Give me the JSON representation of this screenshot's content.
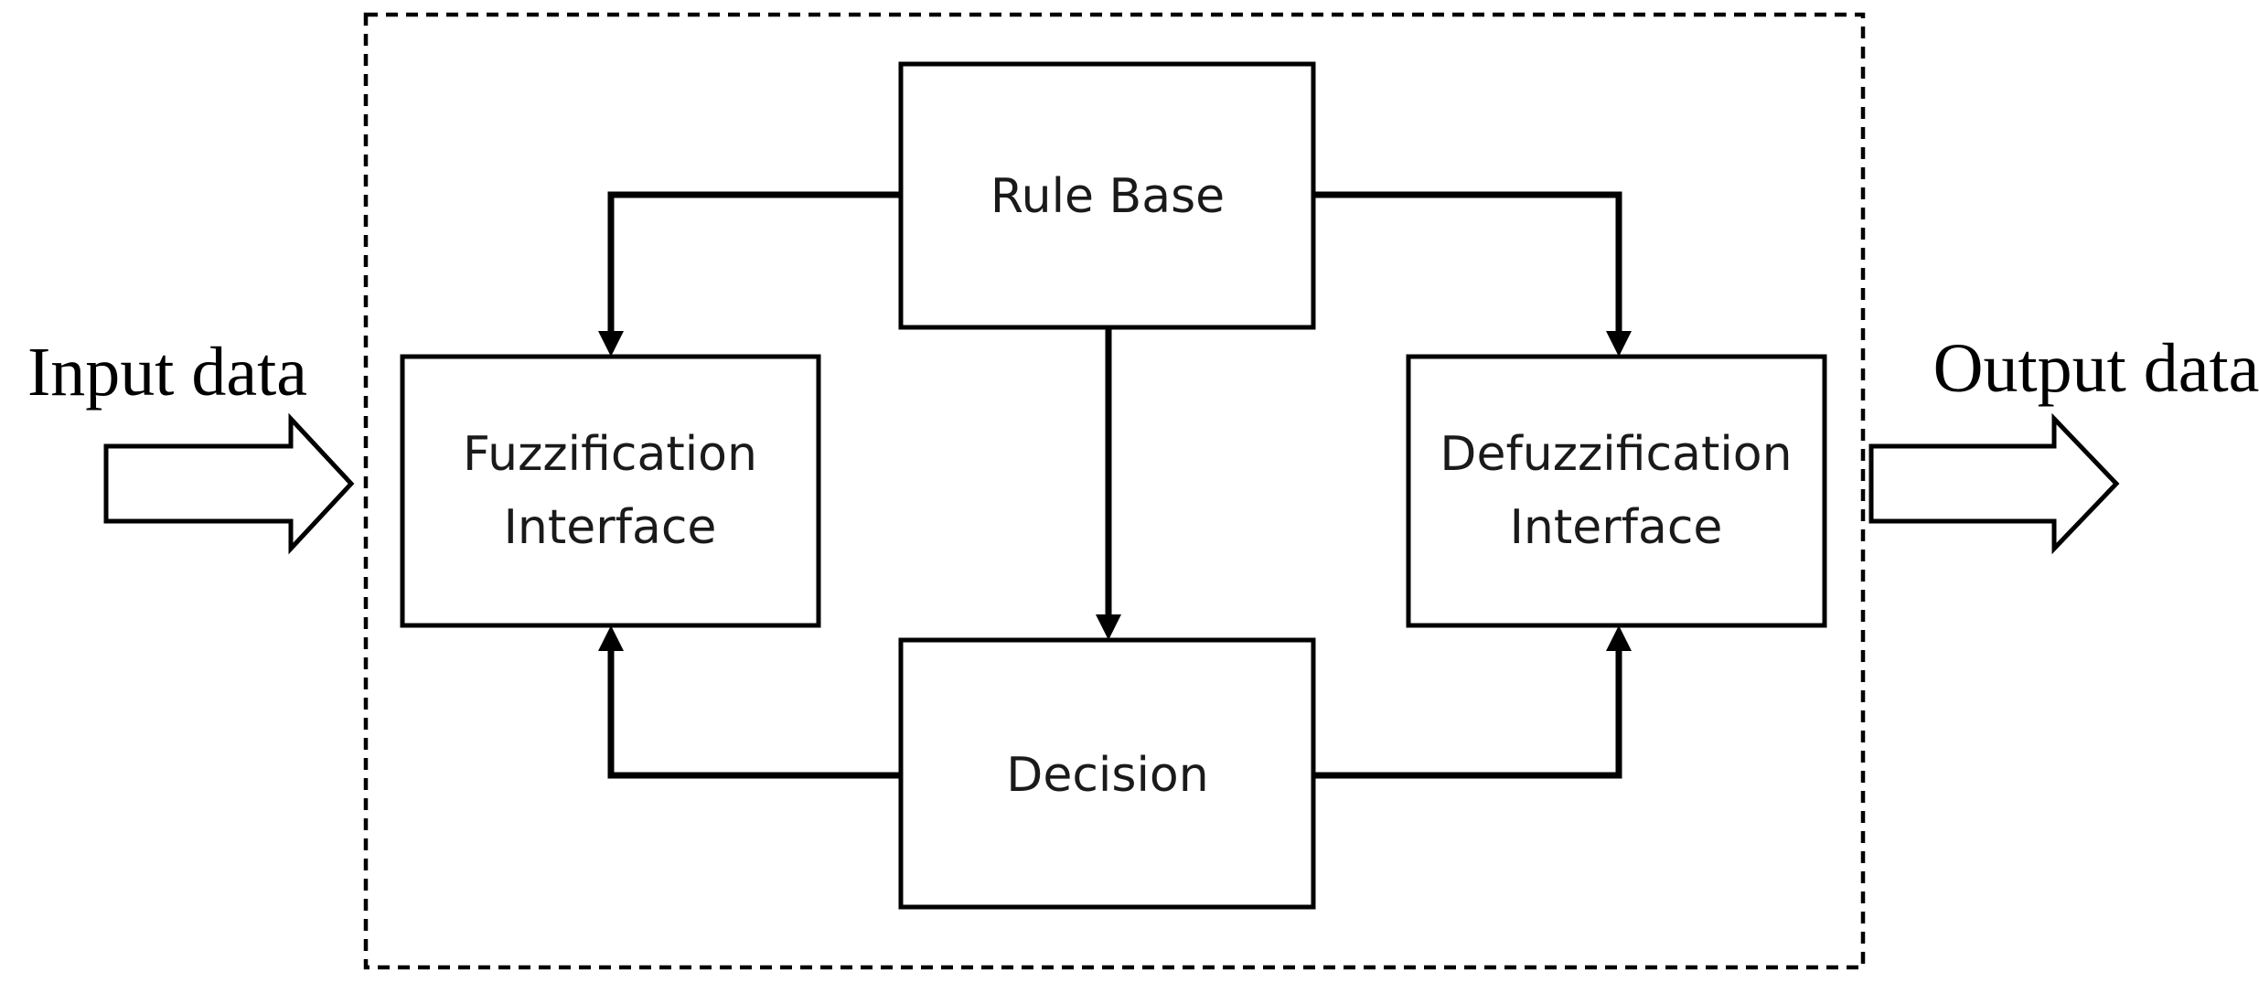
{
  "diagram": {
    "input_label": "Input data",
    "output_label": "Output data",
    "nodes": {
      "rule_base": {
        "label": "Rule Base"
      },
      "fuzzification": {
        "lines": [
          "Fuzzification",
          "Interface"
        ]
      },
      "defuzzification": {
        "lines": [
          "Defuzzification",
          "Interface"
        ]
      },
      "decision": {
        "label": "Decision"
      }
    },
    "edges": [
      {
        "from": "rule_base",
        "to": "fuzzification"
      },
      {
        "from": "rule_base",
        "to": "defuzzification"
      },
      {
        "from": "rule_base",
        "to": "decision"
      },
      {
        "from": "decision",
        "to": "fuzzification"
      },
      {
        "from": "decision",
        "to": "defuzzification"
      }
    ]
  }
}
